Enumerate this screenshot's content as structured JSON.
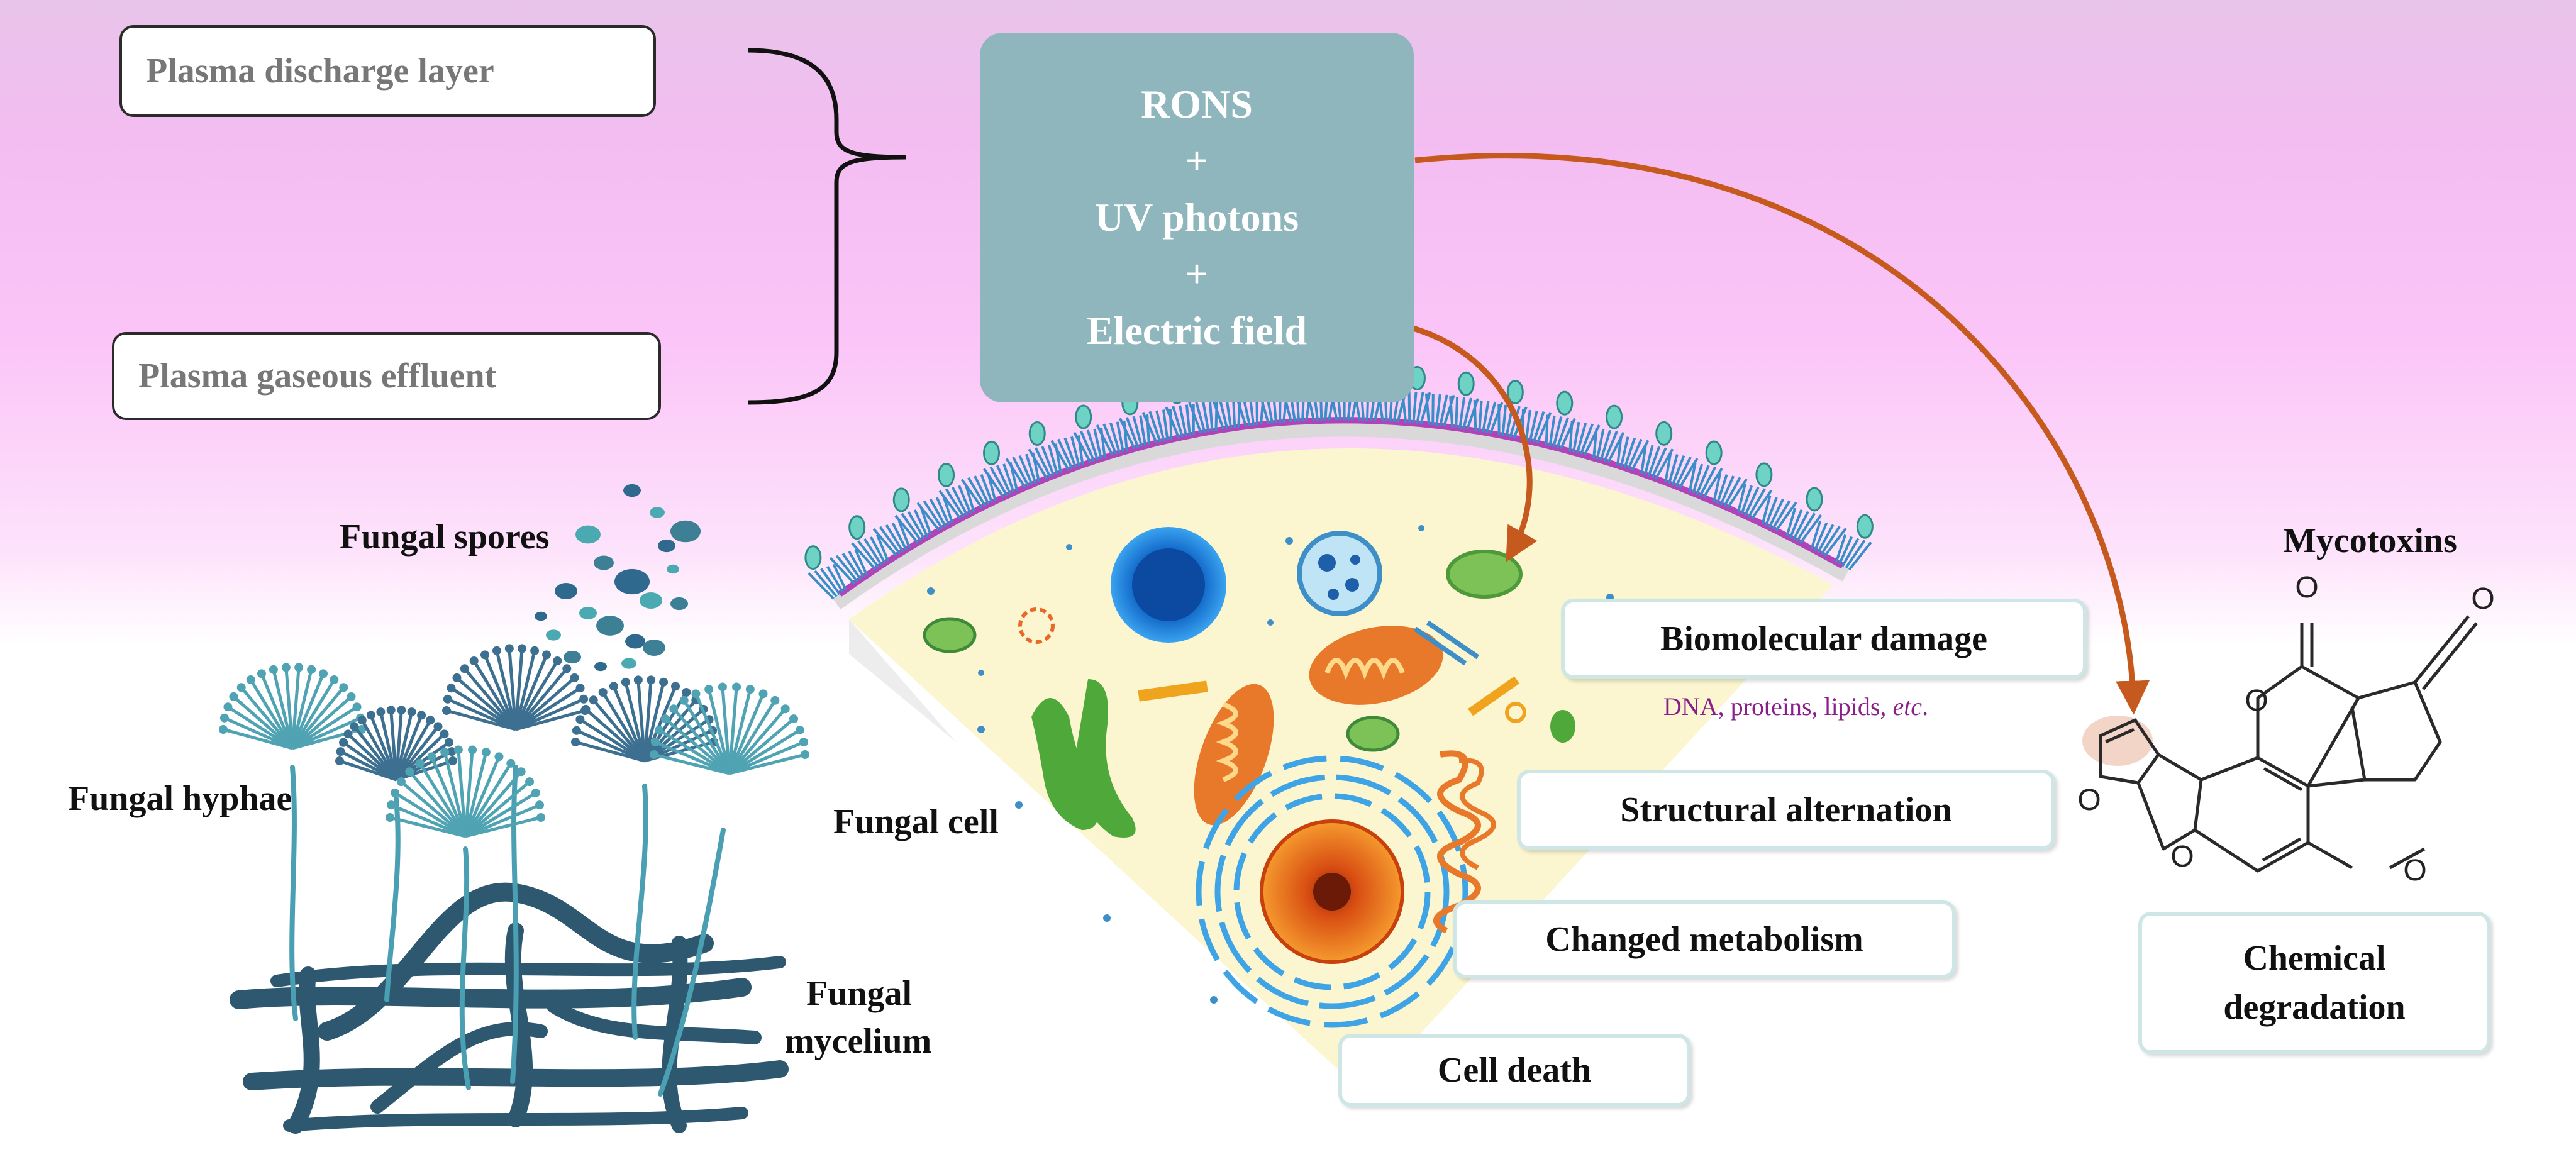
{
  "plasma": {
    "discharge_layer": "Plasma discharge layer",
    "gaseous_effluent": "Plasma gaseous effluent"
  },
  "agents": {
    "line1": "RONS",
    "plus1": "+",
    "line2": "UV photons",
    "plus2": "+",
    "line3": "Electric field"
  },
  "fungus": {
    "spores": "Fungal spores",
    "hyphae": "Fungal hyphae",
    "cell": "Fungal cell",
    "mycelium_line1": "Fungal",
    "mycelium_line2": "mycelium"
  },
  "effects": {
    "biomolecular": "Biomolecular damage",
    "biomolecular_detail_plain": "DNA, proteins, lipids, ",
    "biomolecular_detail_italic": "etc",
    "biomolecular_detail_end": ".",
    "structural": "Structural alternation",
    "metabolism": "Changed metabolism",
    "death": "Cell death"
  },
  "mycotoxin": {
    "title": "Mycotoxins",
    "degradation_line1": "Chemical",
    "degradation_line2": "degradation",
    "atom_O": "O"
  },
  "colors": {
    "background_top": "#f0b8ee",
    "background_mid": "#fbc5f8",
    "agents_box": "#8fb6bc",
    "arrow": "#c65a1e",
    "membrane": "#b043b8",
    "cytoplasm": "#fbf6cf",
    "hyphae": "#3d7f95",
    "mycelium": "#2d5870",
    "detail_text": "#8a1f8a"
  }
}
